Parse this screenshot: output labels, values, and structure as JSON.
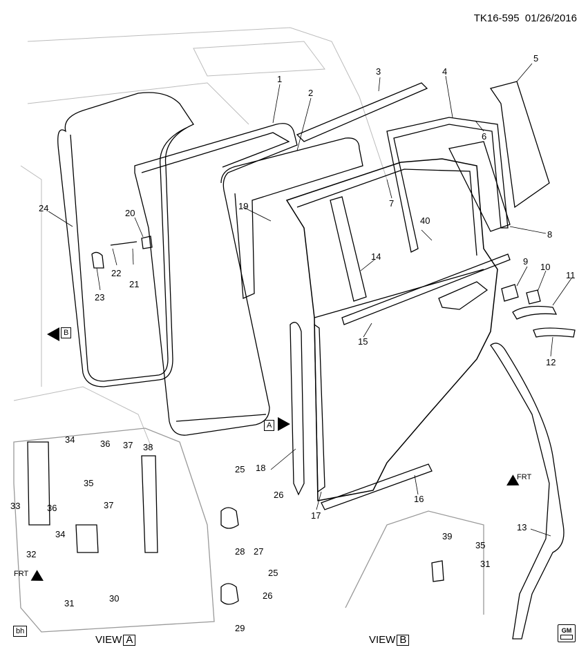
{
  "header": {
    "doc_id": "TK16-595",
    "date": "01/26/2016"
  },
  "views": {
    "prefix": "VIEW",
    "a": "A",
    "b": "B"
  },
  "corner_tag": "bh",
  "arrows": {
    "b": "B",
    "a": "A",
    "frt": "FRT"
  },
  "logo": {
    "text": "GM"
  },
  "callouts": [
    "1",
    "2",
    "3",
    "4",
    "5",
    "6",
    "7",
    "8",
    "9",
    "10",
    "11",
    "12",
    "13",
    "14",
    "15",
    "16",
    "17",
    "18",
    "19",
    "20",
    "21",
    "22",
    "23",
    "24",
    "25",
    "26",
    "27",
    "28",
    "29",
    "30",
    "31",
    "32",
    "33",
    "34",
    "35",
    "36",
    "37",
    "38",
    "39",
    "40"
  ],
  "view_a_callouts": [
    "34",
    "36",
    "37",
    "38",
    "35",
    "33",
    "36",
    "37",
    "34",
    "32",
    "31",
    "30",
    "25",
    "26",
    "27",
    "28",
    "25",
    "26",
    "29"
  ],
  "view_b_callouts": [
    "39",
    "35",
    "31"
  ]
}
